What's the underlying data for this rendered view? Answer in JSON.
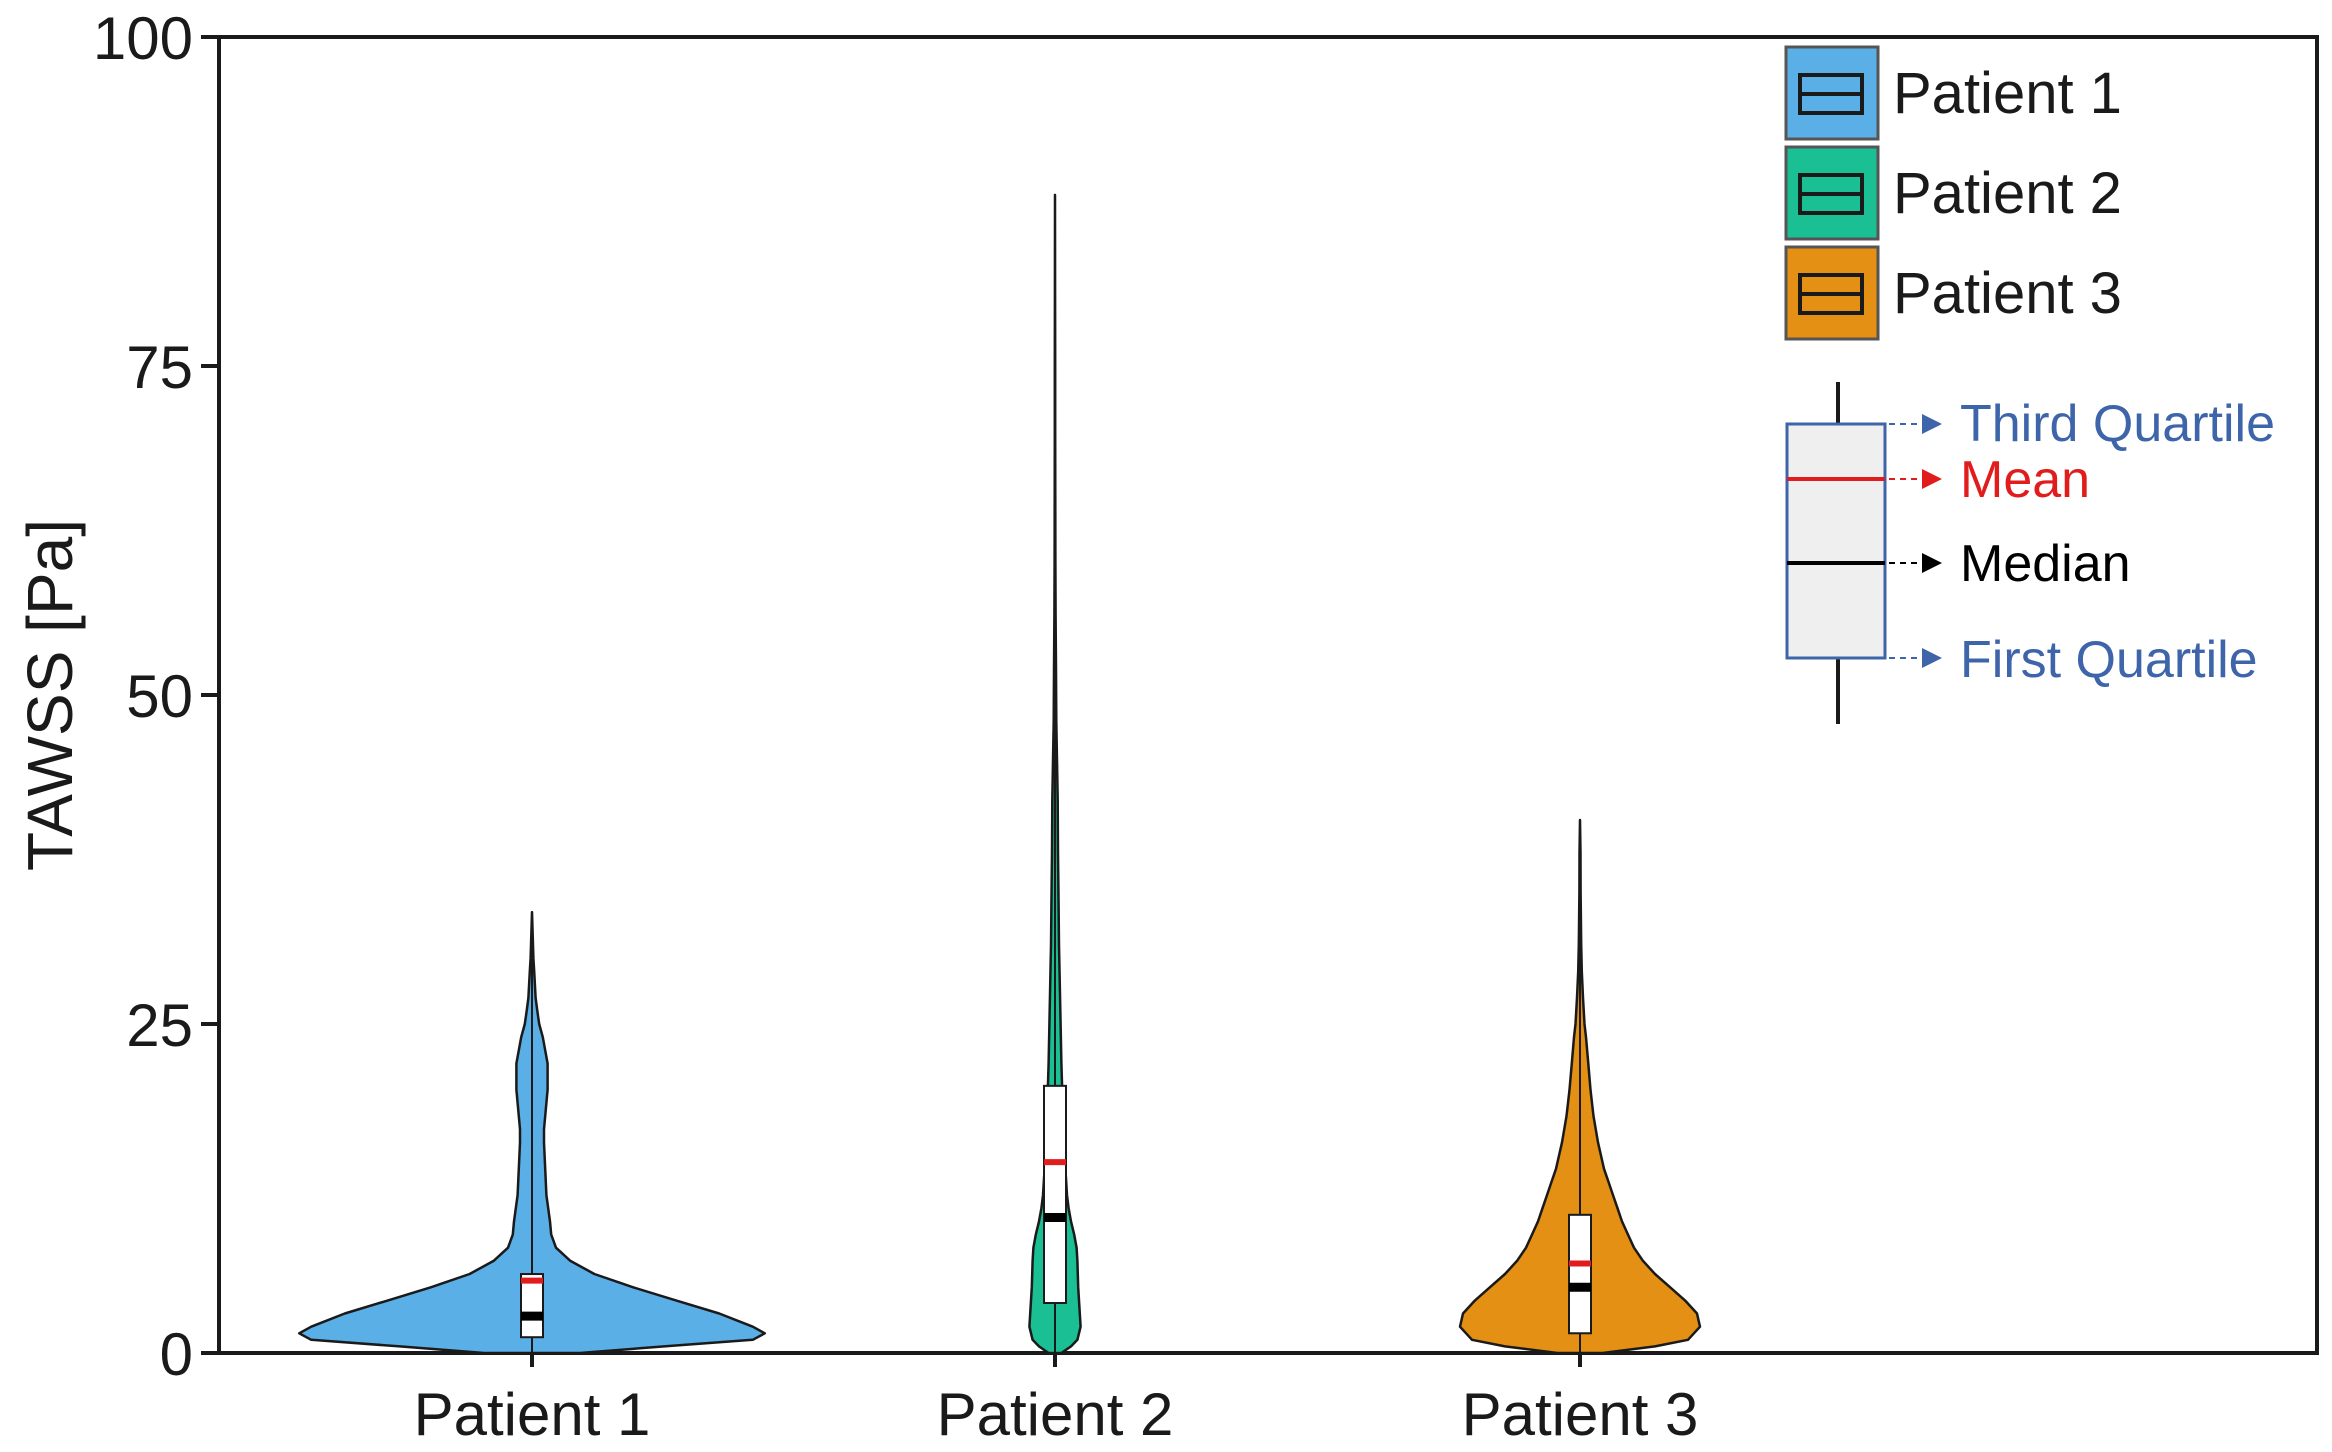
{
  "chart_data": {
    "type": "violin",
    "ylabel": "TAWSS [Pa]",
    "xlabel": "",
    "ylim": [
      0,
      100
    ],
    "yticks": [
      0,
      25,
      50,
      75,
      100
    ],
    "grid": false,
    "legend_position": "top-right",
    "categories": [
      "Patient 1",
      "Patient 2",
      "Patient 3"
    ],
    "series": [
      {
        "name": "Patient 1",
        "color": "#5AAFE6",
        "summary": {
          "min": 0,
          "q1": 1.2,
          "median": 2.8,
          "mean": 5.5,
          "q3": 6.0,
          "whisker_high": 13.5,
          "max": 33.5
        },
        "density": [
          [
            0,
            0.2
          ],
          [
            0.5,
            0.55
          ],
          [
            1,
            0.92
          ],
          [
            1.5,
            0.97
          ],
          [
            2,
            0.92
          ],
          [
            3,
            0.78
          ],
          [
            4,
            0.6
          ],
          [
            5,
            0.42
          ],
          [
            6,
            0.26
          ],
          [
            7,
            0.16
          ],
          [
            8,
            0.1
          ],
          [
            9,
            0.08
          ],
          [
            10,
            0.075
          ],
          [
            12,
            0.06
          ],
          [
            14,
            0.055
          ],
          [
            16,
            0.05
          ],
          [
            17,
            0.05
          ],
          [
            18,
            0.055
          ],
          [
            20,
            0.065
          ],
          [
            22,
            0.065
          ],
          [
            23,
            0.055
          ],
          [
            24,
            0.045
          ],
          [
            25,
            0.03
          ],
          [
            26,
            0.022
          ],
          [
            27,
            0.015
          ],
          [
            28,
            0.012
          ],
          [
            29,
            0.009
          ],
          [
            30,
            0.006
          ],
          [
            31,
            0.004
          ],
          [
            33.5,
            0
          ]
        ]
      },
      {
        "name": "Patient 2",
        "color": "#1ABF93",
        "summary": {
          "min": 0,
          "q1": 3.8,
          "median": 10.3,
          "mean": 14.5,
          "q3": 20.3,
          "whisker_high": 44.5,
          "max": 88
        },
        "density": [
          [
            0,
            0.08
          ],
          [
            0.5,
            0.2
          ],
          [
            1,
            0.28
          ],
          [
            2,
            0.32
          ],
          [
            3,
            0.31
          ],
          [
            5,
            0.29
          ],
          [
            7,
            0.28
          ],
          [
            8,
            0.27
          ],
          [
            9,
            0.24
          ],
          [
            10,
            0.2
          ],
          [
            11,
            0.17
          ],
          [
            12,
            0.15
          ],
          [
            14,
            0.13
          ],
          [
            16,
            0.11
          ],
          [
            18,
            0.1
          ],
          [
            20,
            0.09
          ],
          [
            22,
            0.08
          ],
          [
            25,
            0.07
          ],
          [
            28,
            0.06
          ],
          [
            31,
            0.05
          ],
          [
            34,
            0.045
          ],
          [
            38,
            0.038
          ],
          [
            42,
            0.034
          ],
          [
            45,
            0.025
          ],
          [
            48,
            0.016
          ],
          [
            52,
            0.012
          ],
          [
            56,
            0.008
          ],
          [
            60,
            0.005
          ],
          [
            65,
            0.004
          ],
          [
            70,
            0.003
          ],
          [
            75,
            0.002
          ],
          [
            80,
            0.0015
          ],
          [
            88,
            0
          ]
        ]
      },
      {
        "name": "Patient 3",
        "color": "#E39015",
        "summary": {
          "min": 0,
          "q1": 1.5,
          "median": 5.0,
          "mean": 6.8,
          "q3": 10.5,
          "whisker_high": 24.0,
          "max": 40.5
        },
        "density": [
          [
            0,
            0.15
          ],
          [
            0.5,
            0.5
          ],
          [
            1,
            0.72
          ],
          [
            2,
            0.8
          ],
          [
            3,
            0.78
          ],
          [
            4,
            0.7
          ],
          [
            5,
            0.6
          ],
          [
            6,
            0.5
          ],
          [
            7,
            0.42
          ],
          [
            8,
            0.36
          ],
          [
            9,
            0.32
          ],
          [
            10,
            0.28
          ],
          [
            11,
            0.25
          ],
          [
            12,
            0.22
          ],
          [
            13,
            0.19
          ],
          [
            14,
            0.16
          ],
          [
            16,
            0.12
          ],
          [
            18,
            0.09
          ],
          [
            20,
            0.07
          ],
          [
            22,
            0.055
          ],
          [
            24,
            0.04
          ],
          [
            25,
            0.03
          ],
          [
            27,
            0.02
          ],
          [
            29,
            0.012
          ],
          [
            31,
            0.008
          ],
          [
            33,
            0.006
          ],
          [
            35,
            0.004
          ],
          [
            38,
            0.003
          ],
          [
            40.5,
            0
          ]
        ]
      }
    ],
    "legend": [
      {
        "label": "Patient 1",
        "color": "#5AAFE6"
      },
      {
        "label": "Patient 2",
        "color": "#1ABF93"
      },
      {
        "label": "Patient 3",
        "color": "#E39015"
      }
    ],
    "box_key": {
      "labels": [
        {
          "text": "Third Quartile",
          "color": "#3E64AA"
        },
        {
          "text": "Mean",
          "color": "#E11C1C"
        },
        {
          "text": "Median",
          "color": "#000000"
        },
        {
          "text": "First Quartile",
          "color": "#3E64AA"
        }
      ]
    }
  }
}
